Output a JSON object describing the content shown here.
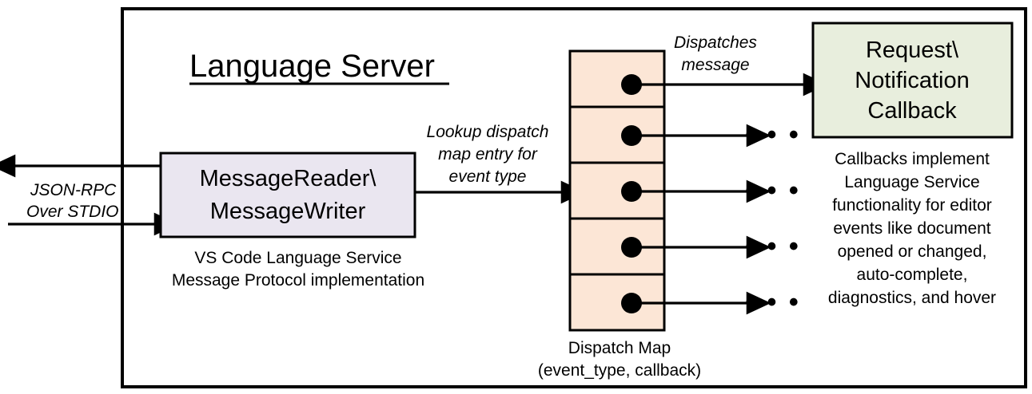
{
  "diagram": {
    "title": "Language Server",
    "frame_label": "language-server-boundary",
    "colors": {
      "message_box_fill": "#EAE6F0",
      "dispatch_cell_fill": "#FCE6D6",
      "callback_box_fill": "#E8EEDD",
      "stroke": "#000000",
      "background": "#FFFFFF"
    },
    "external_io": {
      "label_line1": "JSON-RPC",
      "label_line2": "Over STDIO",
      "outbound_arrow_name": "outbound-jsonrpc-arrow",
      "inbound_arrow_name": "inbound-jsonrpc-arrow"
    },
    "message_box": {
      "line1": "MessageReader\\",
      "line2": "MessageWriter",
      "caption_line1": "VS Code Language Service",
      "caption_line2": "Message Protocol implementation"
    },
    "lookup_label": {
      "line1": "Lookup dispatch",
      "line2": "map entry for",
      "line3": "event type"
    },
    "dispatch_map": {
      "caption_line1": "Dispatch Map",
      "caption_line2": "(event_type, callback)",
      "cells": [
        {
          "index": 1,
          "dot": true
        },
        {
          "index": 2,
          "dot": true
        },
        {
          "index": 3,
          "dot": true
        },
        {
          "index": 4,
          "dot": true
        },
        {
          "index": 5,
          "dot": true
        }
      ]
    },
    "dispatch_label": {
      "line1": "Dispatches",
      "line2": "message"
    },
    "callback_box": {
      "line1": "Request\\",
      "line2": "Notification",
      "line3": "Callback"
    },
    "callback_note": {
      "lines": [
        "Callbacks implement",
        "Language Service",
        "functionality for editor",
        "events like document",
        "opened or changed,",
        "auto-complete,",
        "diagnostics, and hover"
      ]
    },
    "ellipsis": {
      "glyph": "• • •",
      "count": 4
    }
  }
}
